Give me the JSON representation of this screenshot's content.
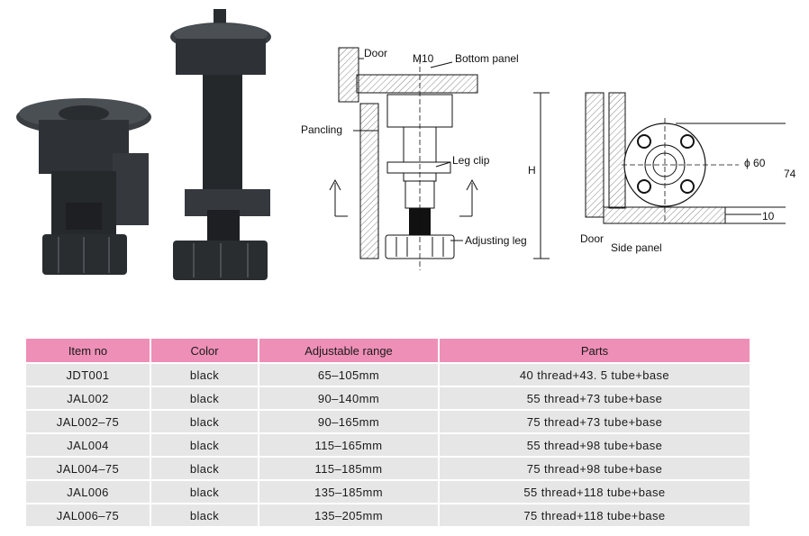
{
  "diagram_side": {
    "door": "Door",
    "m10": "M10",
    "bottom_panel": "Bottom panel",
    "pancling": "Pancling",
    "leg_clip": "Leg clip",
    "h": "H",
    "adjusting_leg": "Adjusting leg"
  },
  "diagram_top": {
    "phi60": "ϕ 60",
    "d74": "74",
    "d10": "10",
    "door": "Door",
    "side_panel": "Side panel"
  },
  "table": {
    "headers": [
      "Item no",
      "Color",
      "Adjustable range",
      "Parts"
    ],
    "rows": [
      [
        "JDT001",
        "black",
        "65–105mm",
        "40 thread+43. 5 tube+base"
      ],
      [
        "JAL002",
        "black",
        "90–140mm",
        "55 thread+73 tube+base"
      ],
      [
        "JAL002–75",
        "black",
        "90–165mm",
        "75 thread+73 tube+base"
      ],
      [
        "JAL004",
        "black",
        "115–165mm",
        "55 thread+98 tube+base"
      ],
      [
        "JAL004–75",
        "black",
        "115–185mm",
        "75 thread+98 tube+base"
      ],
      [
        "JAL006",
        "black",
        "135–185mm",
        "55 thread+118 tube+base"
      ],
      [
        "JAL006–75",
        "black",
        "135–205mm",
        "75 thread+118 tube+base"
      ]
    ]
  },
  "colors": {
    "header_bg": "#ee8fb7",
    "row_bg": "#e6e6e6",
    "product": "#2a2d30"
  }
}
